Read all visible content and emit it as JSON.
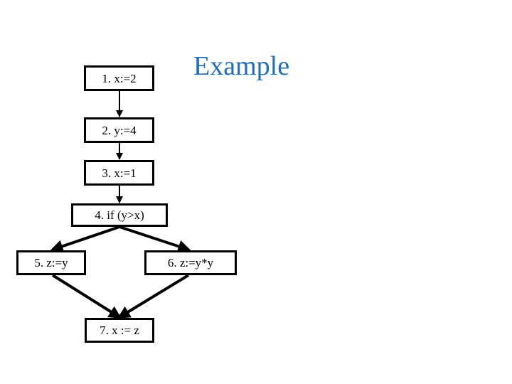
{
  "slide": {
    "title": "Example",
    "title_color": "#1f6cc0",
    "background_color": "#ffffff"
  },
  "diagram": {
    "type": "control-flow-graph",
    "node_border_color": "#000000",
    "node_fill_color": "#ffffff",
    "edge_color": "#000000",
    "nodes": [
      {
        "id": "1",
        "label": "1. x:=2"
      },
      {
        "id": "2",
        "label": "2. y:=4"
      },
      {
        "id": "3",
        "label": "3. x:=1"
      },
      {
        "id": "4",
        "label": "4. if (y>x)"
      },
      {
        "id": "5",
        "label": "5. z:=y"
      },
      {
        "id": "6",
        "label": "6. z:=y*y"
      },
      {
        "id": "7",
        "label": "7. x := z"
      }
    ],
    "edges": [
      {
        "from": "1",
        "to": "2"
      },
      {
        "from": "2",
        "to": "3"
      },
      {
        "from": "3",
        "to": "4"
      },
      {
        "from": "4",
        "to": "5"
      },
      {
        "from": "4",
        "to": "6"
      },
      {
        "from": "5",
        "to": "7"
      },
      {
        "from": "6",
        "to": "7"
      }
    ]
  }
}
